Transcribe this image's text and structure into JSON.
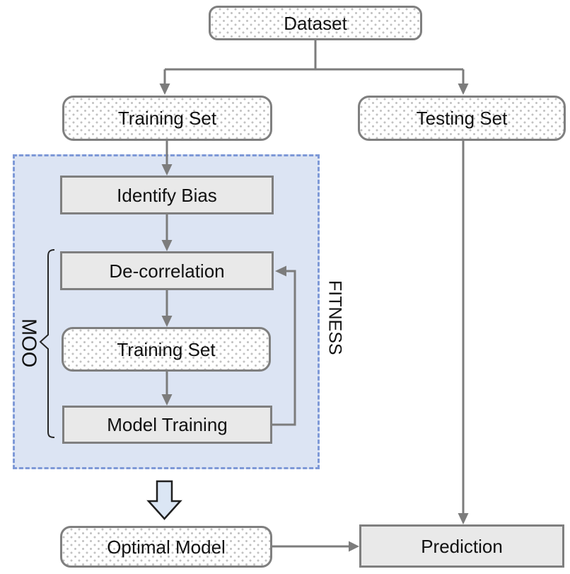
{
  "nodes": {
    "dataset": "Dataset",
    "training_set": "Training Set",
    "testing_set": "Testing Set",
    "identify_bias": "Identify Bias",
    "de_correlation": "De-correlation",
    "loop_training_set": "Training Set",
    "model_training": "Model Training",
    "optimal_model": "Optimal Model",
    "prediction": "Prediction"
  },
  "annotations": {
    "moo_label": "MOO",
    "fitness_label": "FITNESS"
  },
  "colors": {
    "node_border_gray": "#7f7f7f",
    "process_fill_gray": "#e9e9e9",
    "dotted_fill": "#ffffff",
    "dot_gray": "#c2c2c2",
    "connector_gray": "#7c7c7c",
    "loop_container_fill": "#dce4f3",
    "loop_container_dashed_border": "#7e99d7",
    "block_arrow_fill": "#dbe6f4",
    "block_arrow_outline": "#1f1f1f",
    "bracket_black": "#262626",
    "text_black": "#111111"
  }
}
